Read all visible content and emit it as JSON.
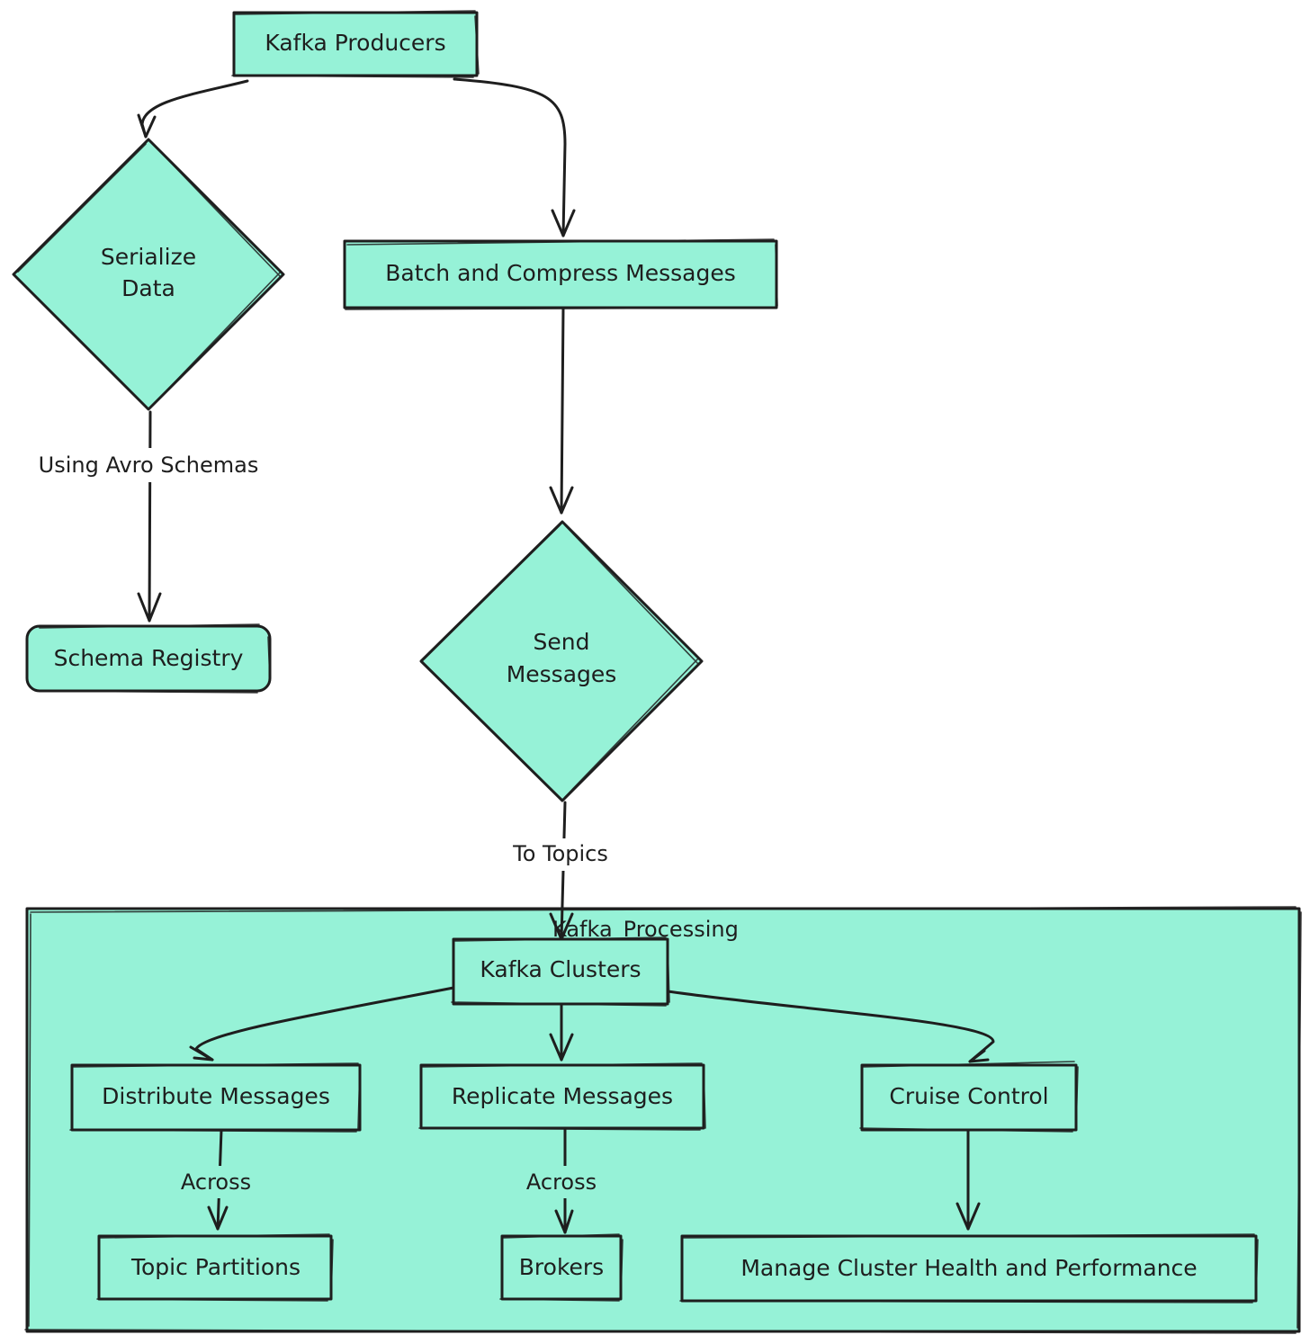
{
  "colors": {
    "node_fill": "#96f2d7",
    "stroke": "#1e1e1e",
    "background": "#ffffff"
  },
  "nodes": {
    "kafka_producers": "Kafka Producers",
    "serialize_data": [
      "Serialize",
      "Data"
    ],
    "batch_compress": "Batch and Compress Messages",
    "schema_registry": "Schema Registry",
    "send_messages": [
      "Send",
      "Messages"
    ],
    "kafka_clusters": "Kafka Clusters",
    "distribute_messages": "Distribute Messages",
    "replicate_messages": "Replicate Messages",
    "cruise_control": "Cruise Control",
    "topic_partitions": "Topic Partitions",
    "brokers": "Brokers",
    "manage_cluster": "Manage Cluster Health and Performance"
  },
  "groups": {
    "kafka_processing": "Kafka_Processing"
  },
  "edge_labels": {
    "using_avro": "Using Avro Schemas",
    "to_topics": "To Topics",
    "across_partitions": "Across",
    "across_brokers": "Across"
  }
}
